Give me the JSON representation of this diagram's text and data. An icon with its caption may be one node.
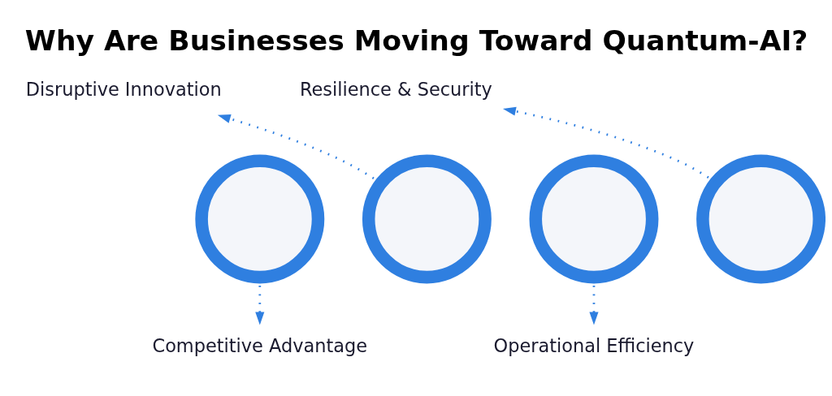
{
  "diagram": {
    "title": "Why Are Businesses Moving Toward Quantum-AI?",
    "nodes": [
      {
        "text": [
          "Disruptive Innovation"
        ]
      },
      {
        "text": [
          "Resilience & Security"
        ]
      },
      {
        "text": [],
        "shape": "circle"
      },
      {
        "text": [],
        "shape": "circle"
      },
      {
        "text": [],
        "shape": "circle"
      },
      {
        "text": [],
        "shape": "circle"
      },
      {
        "text": [
          "Competitive Advantage"
        ]
      },
      {
        "text": [
          "Operational Efficiency"
        ]
      }
    ],
    "edges": [
      {
        "from": 2,
        "to": 6,
        "arrow": "to",
        "style": "dashed"
      },
      {
        "from": 3,
        "to": 0,
        "arrow": "to",
        "style": "dashed"
      },
      {
        "from": 4,
        "to": 7,
        "arrow": "to",
        "style": "dashed"
      },
      {
        "from": 5,
        "to": 1,
        "arrow": "to",
        "style": "dashed"
      }
    ]
  }
}
